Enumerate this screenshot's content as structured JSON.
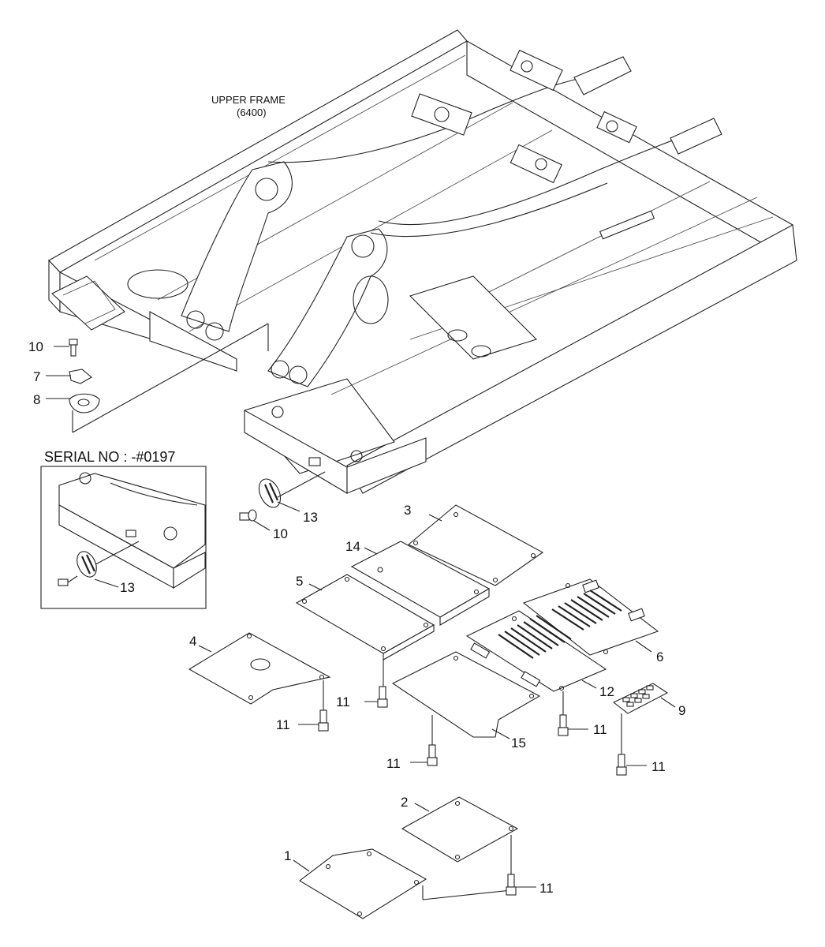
{
  "diagram": {
    "title_line1": "UPPER FRAME",
    "title_line2": "(6400)",
    "inset_title": "SERIAL NO : -#0197",
    "callouts": {
      "c10a": "10",
      "c7": "7",
      "c8": "8",
      "c13a": "13",
      "c10b": "10",
      "c13b": "13",
      "c3": "3",
      "c14": "14",
      "c5": "5",
      "c4": "4",
      "c6": "6",
      "c12": "12",
      "c9": "9",
      "c11a": "11",
      "c11b": "11",
      "c11c": "11",
      "c11d": "11",
      "c11e": "11",
      "c15": "15",
      "c2": "2",
      "c1": "1",
      "c11f": "11"
    }
  }
}
